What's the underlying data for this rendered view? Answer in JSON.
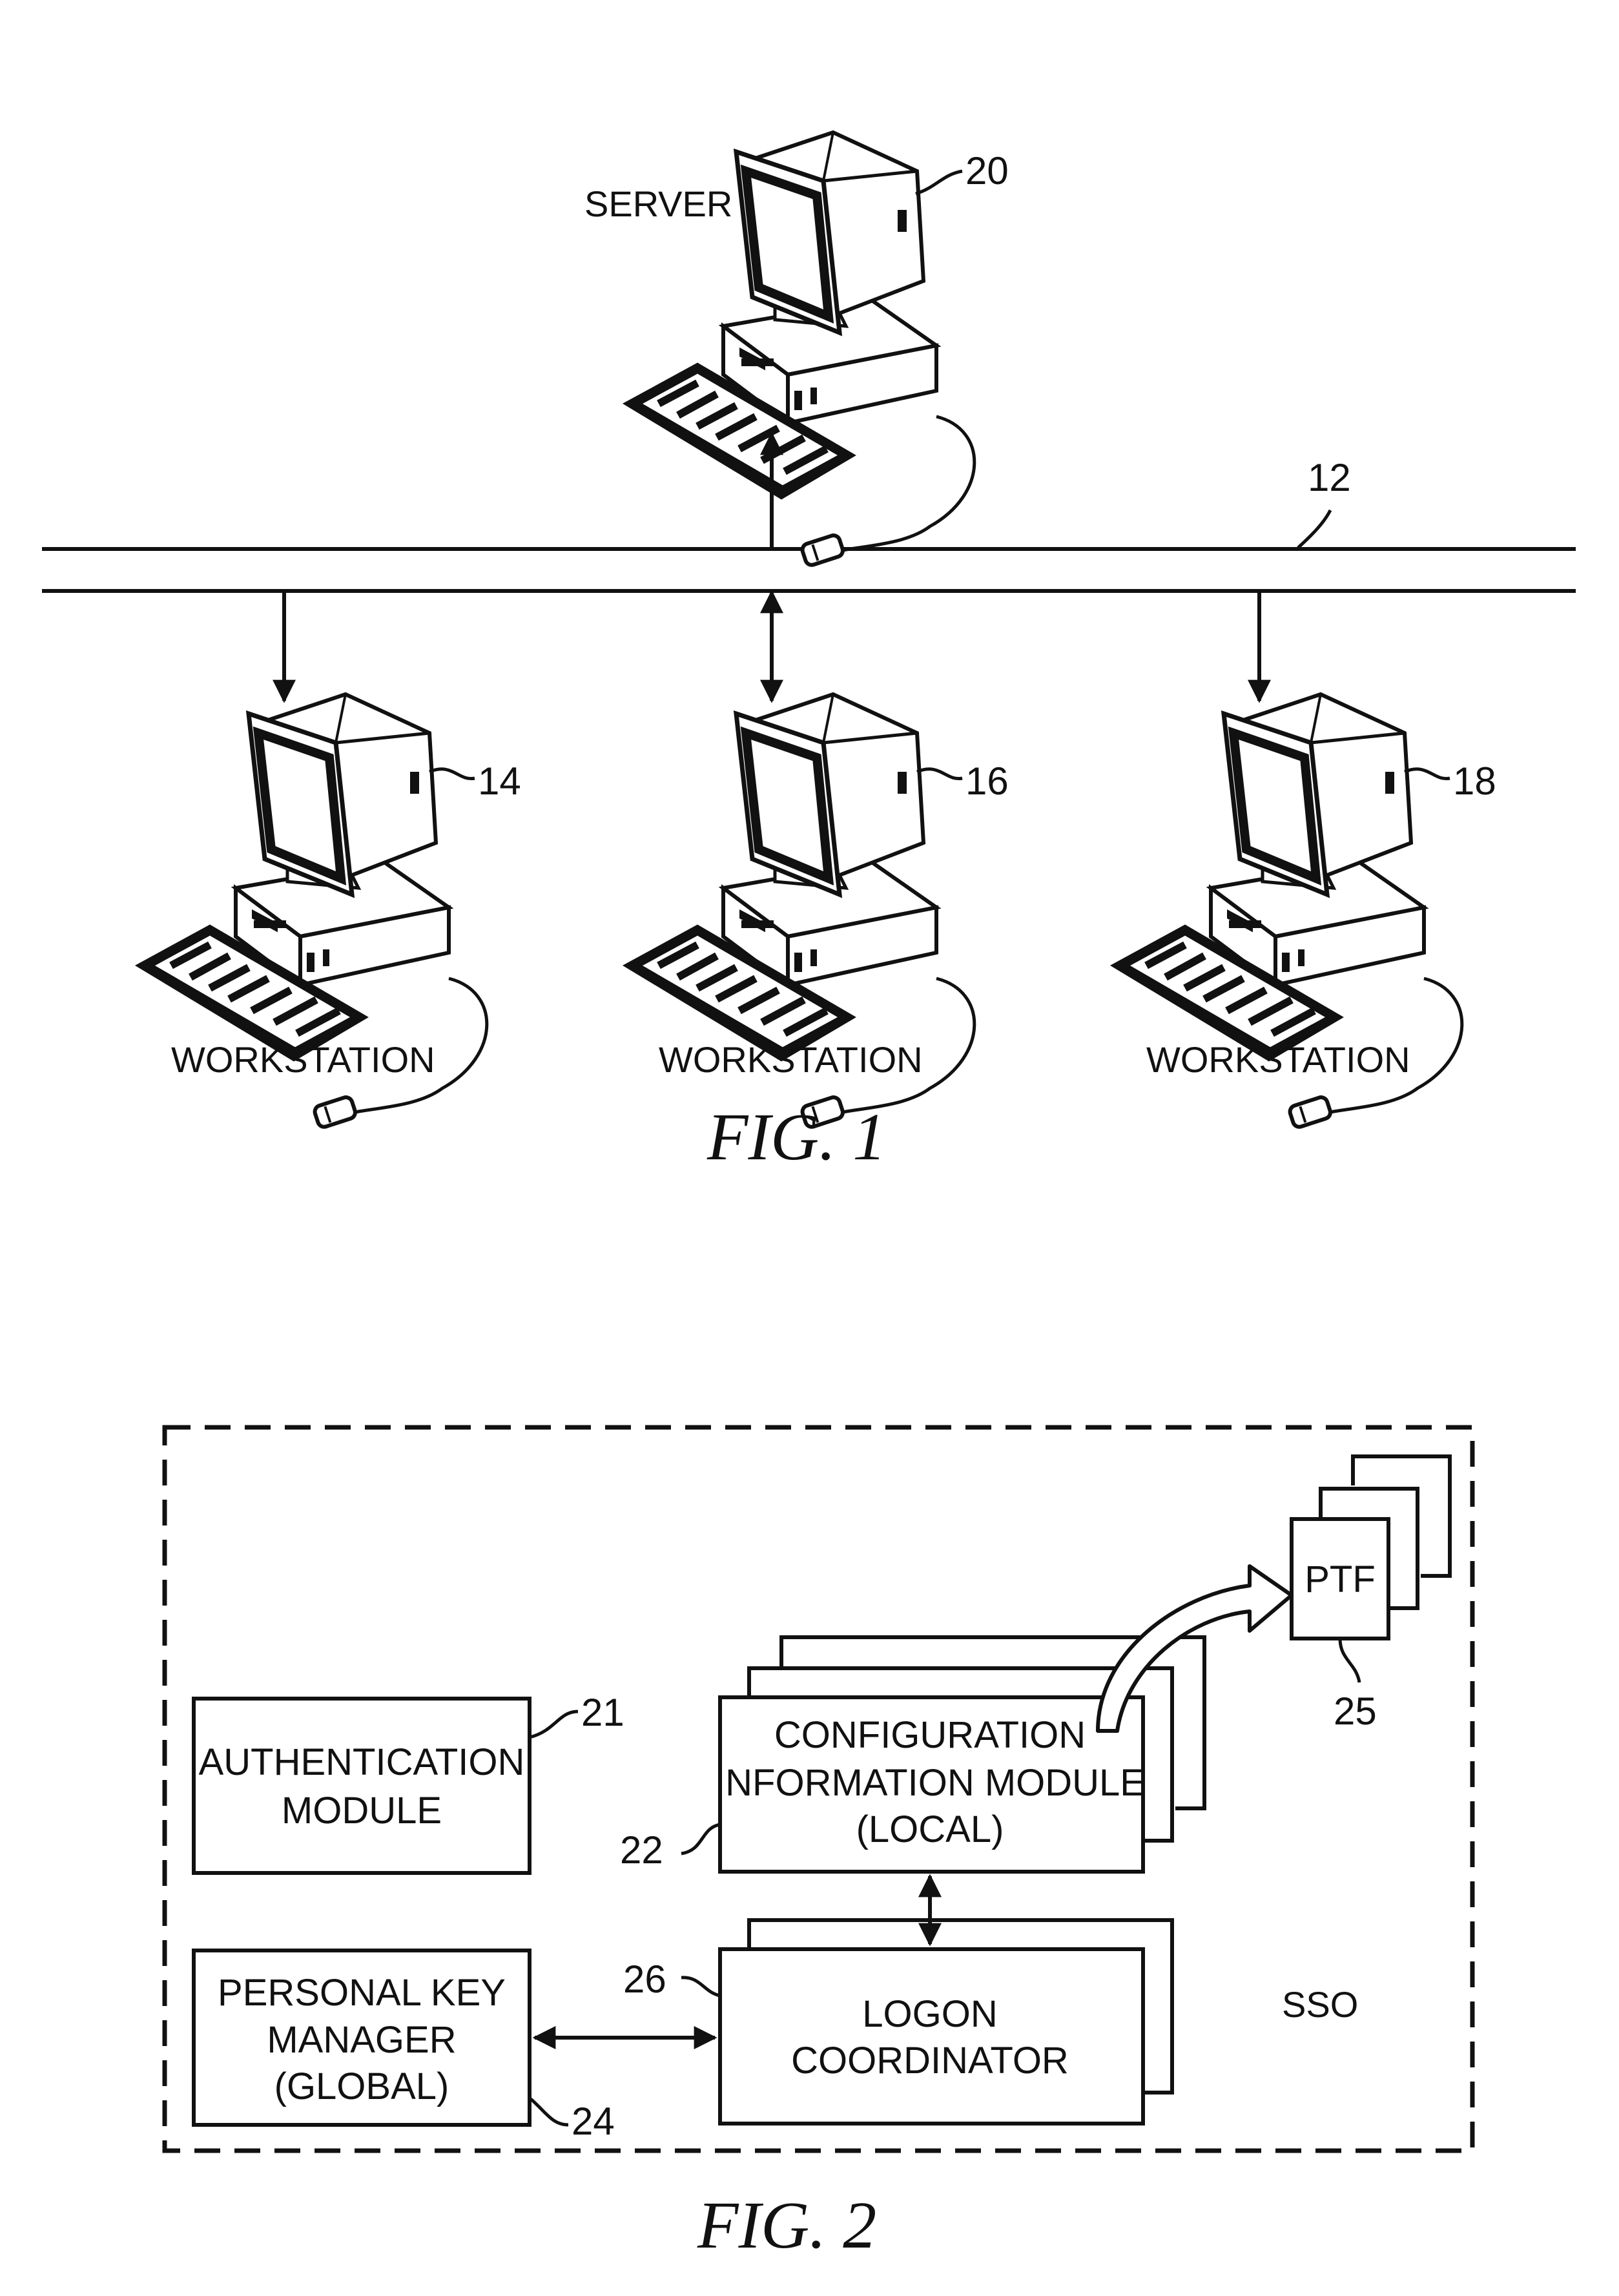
{
  "fig1": {
    "caption": "FIG. 1",
    "server": {
      "label": "SERVER",
      "ref": "20"
    },
    "network_ref": "12",
    "workstations": [
      {
        "label": "WORKSTATION",
        "ref": "14"
      },
      {
        "label": "WORKSTATION",
        "ref": "16"
      },
      {
        "label": "WORKSTATION",
        "ref": "18"
      }
    ]
  },
  "fig2": {
    "caption": "FIG. 2",
    "sso_label": "SSO",
    "authentication": {
      "lines": [
        "AUTHENTICATION",
        "MODULE"
      ],
      "ref": "21"
    },
    "config": {
      "lines": [
        "CONFIGURATION",
        "INFORMATION MODULE",
        "(LOCAL)"
      ],
      "ref": "22"
    },
    "ptf": {
      "label": "PTF",
      "ref": "25"
    },
    "pkm": {
      "lines": [
        "PERSONAL KEY",
        "MANAGER",
        "(GLOBAL)"
      ],
      "ref": "24"
    },
    "logon": {
      "lines": [
        "LOGON",
        "COORDINATOR"
      ],
      "ref": "26"
    }
  }
}
